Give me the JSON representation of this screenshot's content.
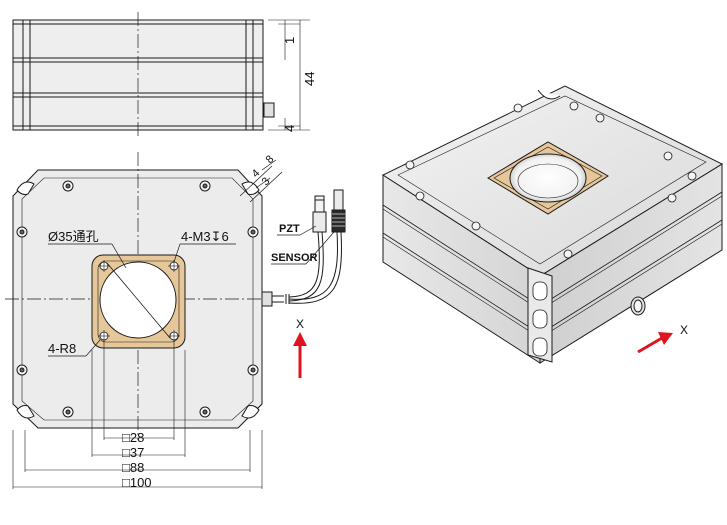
{
  "labels": {
    "hole": "Ø35通孔",
    "tapped": "4-M3↧6",
    "radius": "4-R8",
    "pzt": "PZT",
    "sensor": "SENSOR",
    "axis_front": "X",
    "axis_iso": "X"
  },
  "dims": {
    "side_1": "1",
    "side_44": "44",
    "side_4": "4",
    "slot_4": "4",
    "slot_3": "3",
    "slot_8": "8",
    "w28": "□28",
    "w37": "□37",
    "w88": "□88",
    "w100": "□100"
  },
  "colors": {
    "line": "#1a1a1a",
    "plate": "#ebebeb",
    "aperture": "#e6c79a",
    "arrow": "#e0141e"
  }
}
